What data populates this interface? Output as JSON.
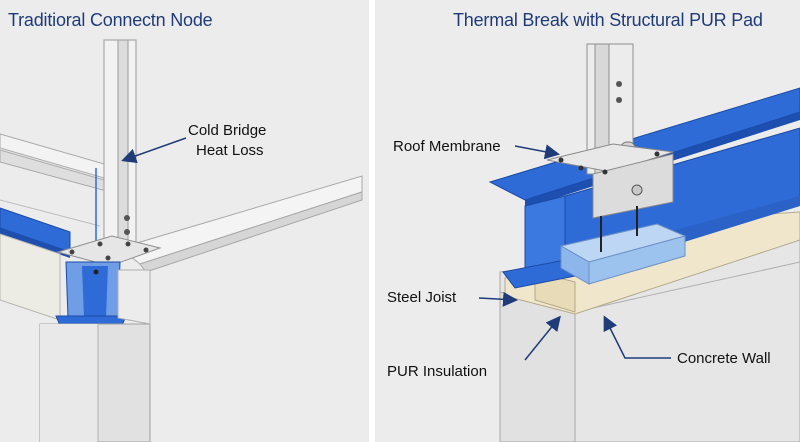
{
  "left_panel": {
    "title": "Traditioral Connectn Node",
    "callout_line1": "Cold Bridge",
    "callout_line2": "Heat Loss"
  },
  "right_panel": {
    "title": "Thermal Break with Structural PUR Pad",
    "labels": {
      "roof_membrane": "Roof Membrane",
      "steel_joist": "Steel Joist",
      "pur_insulation": "PUR Insulation",
      "concrete_wall": "Concrete Wall"
    }
  },
  "colors": {
    "title": "#1f3b78",
    "steel_blue": "#2f6bd6",
    "insulation": "#efe6cc",
    "pur_pad": "#9cc2ee",
    "concrete": "#e3e3e3",
    "arrow": "#1f3b78"
  }
}
